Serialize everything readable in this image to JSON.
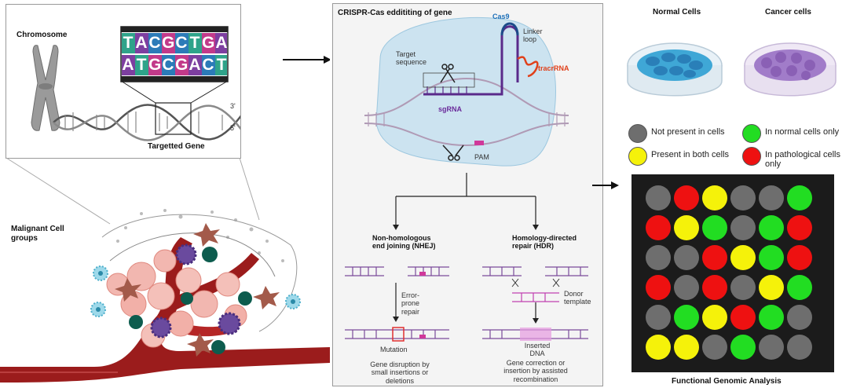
{
  "left": {
    "chromosome_label": "Chromosome",
    "gene_label": "Targetted Gene",
    "strand_end_3": "3'",
    "strand_end_5": "5'",
    "dna_top_letters": [
      "T",
      "A",
      "C",
      "G",
      "C",
      "T",
      "G",
      "A"
    ],
    "dna_bottom_letters": [
      "A",
      "T",
      "G",
      "C",
      "G",
      "A",
      "C",
      "T"
    ],
    "malignant_label": "Malignant Cell groups"
  },
  "crispr": {
    "title": "CRISPR-Cas eddititing of gene",
    "cas9": "Cas9",
    "linker": "Linker loop",
    "tracr": "tracrRNA",
    "target": "Target sequence",
    "sgrna": "sgRNA",
    "pam": "PAM",
    "nhej_title": "Non-homologous end joining (NHEJ)",
    "hdr_title": "Homology-directed repair (HDR)",
    "error_prone": "Error-prone repair",
    "donor": "Donor template",
    "mutation": "Mutation",
    "inserted_dna": "Inserted DNA",
    "nhej_result": "Gene disruption by small insertions or deletions",
    "hdr_result": "Gene correction or insertion by assisted recombination"
  },
  "right": {
    "normal_cells": "Normal Cells",
    "cancer_cells": "Cancer cells",
    "legend": [
      {
        "label": "Not present in cells",
        "color": "#6e6e6e"
      },
      {
        "label": "In normal cells only",
        "color": "#22dd22"
      },
      {
        "label": "Present in both cells",
        "color": "#f5f20a"
      },
      {
        "label": "In pathological cells only",
        "color": "#ee1111"
      }
    ],
    "matrix": [
      [
        "gray",
        "red",
        "yellow",
        "gray",
        "gray",
        "green"
      ],
      [
        "red",
        "yellow",
        "green",
        "gray",
        "green",
        "red"
      ],
      [
        "gray",
        "gray",
        "red",
        "yellow",
        "green",
        "red"
      ],
      [
        "red",
        "gray",
        "red",
        "gray",
        "yellow",
        "green"
      ],
      [
        "gray",
        "green",
        "yellow",
        "red",
        "green",
        "gray"
      ],
      [
        "yellow",
        "yellow",
        "gray",
        "green",
        "gray",
        "gray"
      ]
    ],
    "matrix_colors": {
      "gray": "#6e6e6e",
      "red": "#ee1111",
      "yellow": "#f5f20a",
      "green": "#22dd22"
    },
    "analysis_label": "Functional Genomic Analysis"
  }
}
